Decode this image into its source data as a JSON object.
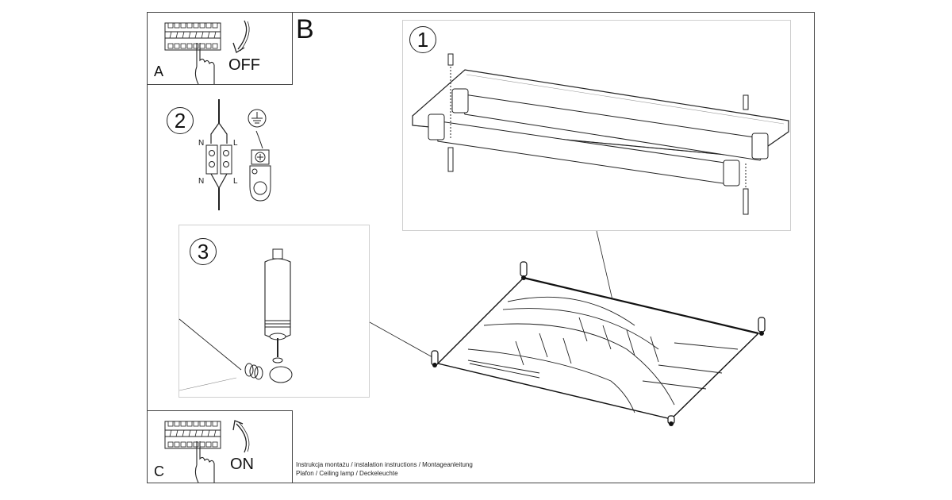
{
  "document": {
    "section_labels": {
      "a": "A",
      "b": "B",
      "c": "C"
    },
    "power_off_label": "OFF",
    "power_on_label": "ON",
    "steps": [
      {
        "number": "1",
        "description": "mount base plate with bulbs and screws"
      },
      {
        "number": "2",
        "description": "wire connection"
      },
      {
        "number": "3",
        "description": "attach spring to bulb socket"
      }
    ],
    "wiring": {
      "neutral": "N",
      "live": "L"
    },
    "caption": {
      "line1": "Instrukcja montażu / instalation instructions / Montageanleitung",
      "line2": "Plafon / Ceiling lamp / Deckeleuchte"
    },
    "icons": [
      "breaker-panel-icon",
      "hand-icon",
      "arrow-down-icon",
      "arrow-up-icon",
      "ground-symbol-icon",
      "terminal-block-icon",
      "ground-lug-icon"
    ]
  }
}
